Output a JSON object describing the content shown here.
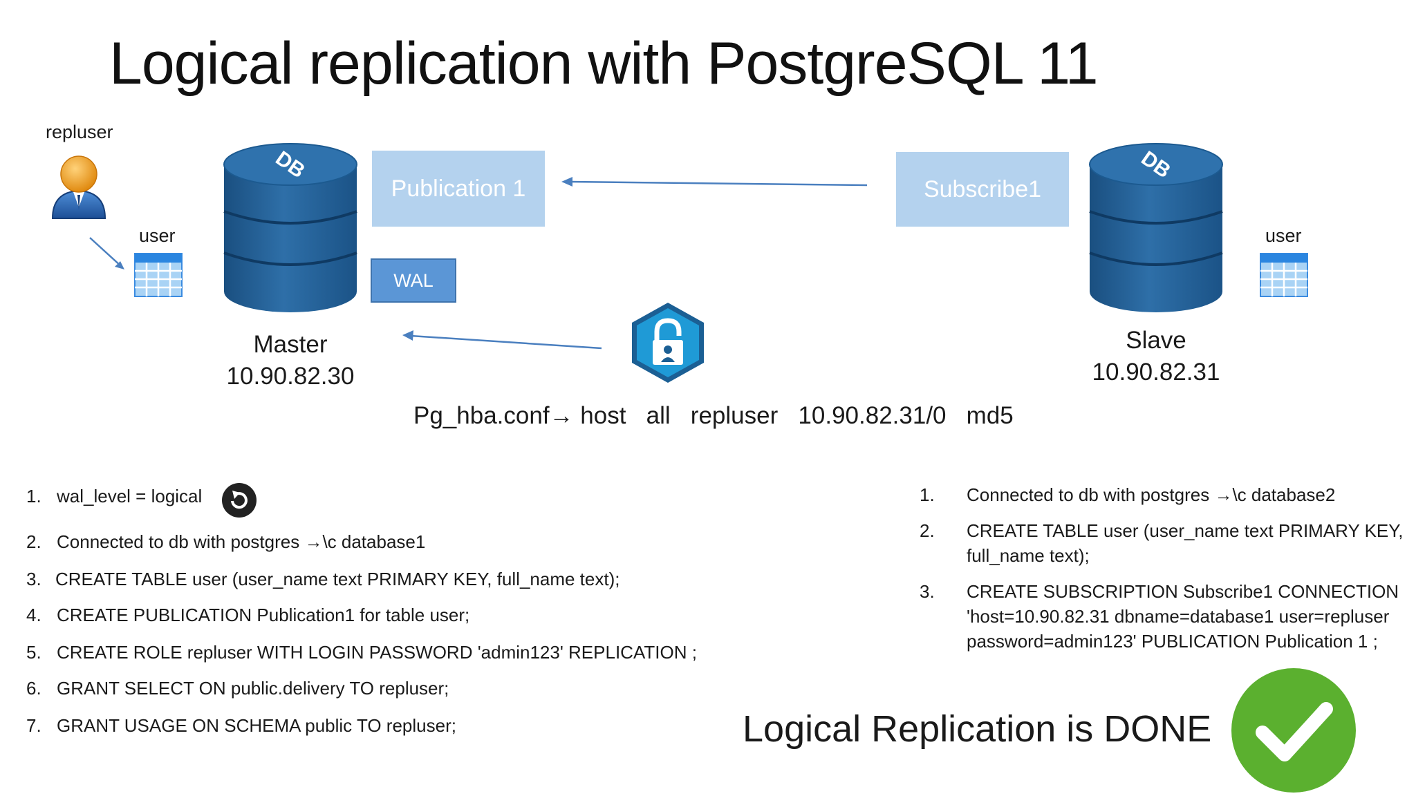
{
  "title": "Logical replication with PostgreSQL 11",
  "colors": {
    "db_top": "#2c6da4",
    "db_body": "#1f5b8e",
    "box_light": "#b4d2ee",
    "wal": "#5b96d6",
    "arrow": "#4a7fbf",
    "check": "#5bb02f",
    "lock": "#1a8cc4"
  },
  "actor": {
    "label": "repluser",
    "icon": "user-person-icon"
  },
  "master": {
    "name": "Master",
    "ip": "10.90.82.30",
    "db_label": "DB",
    "table_label": "user",
    "publication": "Publication 1",
    "wal": "WAL"
  },
  "slave": {
    "name": "Slave",
    "ip": "10.90.82.31",
    "db_label": "DB",
    "table_label": "user",
    "subscription": "Subscribe1"
  },
  "hba": {
    "prefix": "Pg_hba.conf",
    "arrow": "→",
    "line": " host   all   repluser   10.90.82.31/0   md5"
  },
  "left_steps": [
    {
      "num": "1.",
      "text": "wal_level = logical"
    },
    {
      "num": "2.",
      "text": "Connected to db with postgres →\\c database1"
    },
    {
      "num": "3.",
      "text": "CREATE TABLE user (user_name text PRIMARY KEY, full_name text);"
    },
    {
      "num": "4.",
      "text": "CREATE PUBLICATION Publication1 for table user;"
    },
    {
      "num": "5.",
      "text": "CREATE ROLE repluser WITH LOGIN PASSWORD 'admin123' REPLICATION ;"
    },
    {
      "num": "6.",
      "text": "GRANT SELECT ON public.delivery TO repluser;"
    },
    {
      "num": "7.",
      "text": "GRANT USAGE ON SCHEMA public TO repluser;"
    }
  ],
  "right_steps": [
    {
      "num": "1.",
      "lines": [
        "Connected to db with postgres →\\c database2"
      ]
    },
    {
      "num": "2.",
      "lines": [
        "CREATE TABLE user (user_name text PRIMARY KEY,",
        " full_name text);"
      ]
    },
    {
      "num": "3.",
      "lines": [
        "CREATE SUBSCRIPTION Subscribe1 CONNECTION",
        "'host=10.90.82.31 dbname=database1 user=repluser",
        " password=admin123' PUBLICATION Publication 1 ;"
      ]
    }
  ],
  "done_text": "Logical Replication is DONE"
}
